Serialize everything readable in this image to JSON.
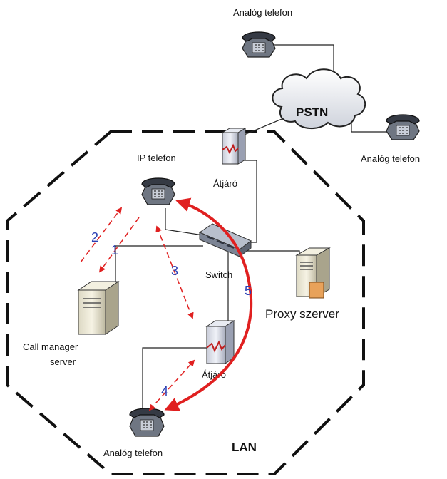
{
  "labels": {
    "top_phone": "Analóg telefon",
    "right_phone": "Analóg telefon",
    "bottom_phone": "Analóg telefon",
    "pstn": "PSTN",
    "ip_phone": "IP telefon",
    "gateway_top": "Átjáró",
    "gateway_bottom": "Átjáró",
    "switch": "Switch",
    "proxy": "Proxy szerver",
    "call_manager_line1": "Call manager",
    "call_manager_line2": "server",
    "lan": "LAN"
  },
  "steps": {
    "s1": "1",
    "s2": "2",
    "s3": "3",
    "s4": "4",
    "s5": "5"
  },
  "colors": {
    "signal_arrow": "#e02020",
    "step_number": "#2a3fb5",
    "lan_border": "#111111"
  }
}
